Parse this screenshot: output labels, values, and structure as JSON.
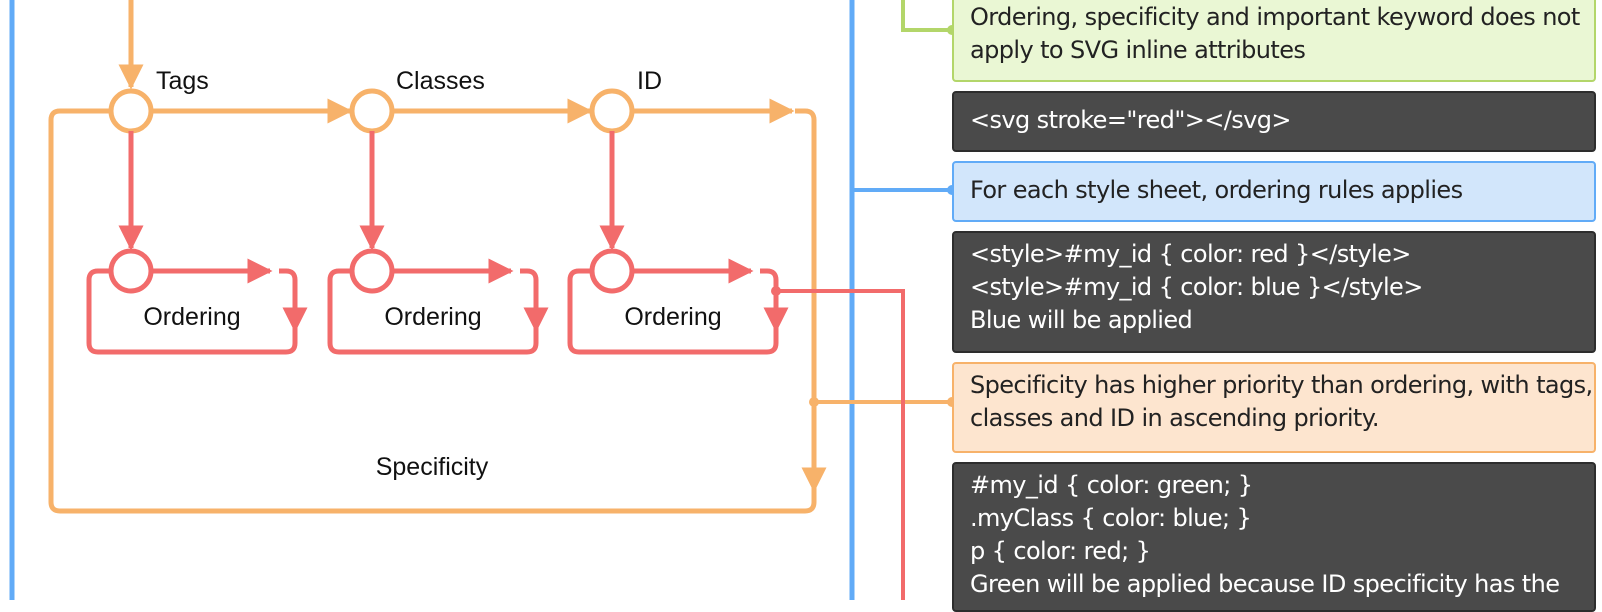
{
  "diagram": {
    "nodes": {
      "tags": "Tags",
      "classes": "Classes",
      "id": "ID",
      "ordering": [
        "Ordering",
        "Ordering",
        "Ordering"
      ],
      "specificity": "Specificity"
    },
    "colors": {
      "specificity": "#f7b26a",
      "ordering": "#f26b6b",
      "stylesheet": "#61abf7",
      "inline": "#b3d66a"
    }
  },
  "notes": {
    "inline_svg": {
      "lines": [
        "Ordering, specificity and important keyword does not",
        "apply to SVG inline attributes"
      ]
    },
    "inline_svg_code": {
      "lines": [
        "<svg stroke=\"red\"></svg>"
      ]
    },
    "stylesheet_rule": {
      "lines": [
        "For each style sheet, ordering rules applies"
      ]
    },
    "ordering_code": {
      "lines": [
        "<style>#my_id { color: red }</style>",
        "<style>#my_id { color: blue }</style>",
        "Blue will be applied"
      ]
    },
    "specificity_rule": {
      "lines": [
        "Specificity has higher priority than ordering, with tags,",
        "classes and ID in ascending priority."
      ]
    },
    "specificity_code": {
      "lines": [
        "#my_id { color: green; }",
        ".myClass { color: blue; }",
        "p { color: red; }",
        "Green will be applied because ID specificity has the"
      ]
    }
  }
}
